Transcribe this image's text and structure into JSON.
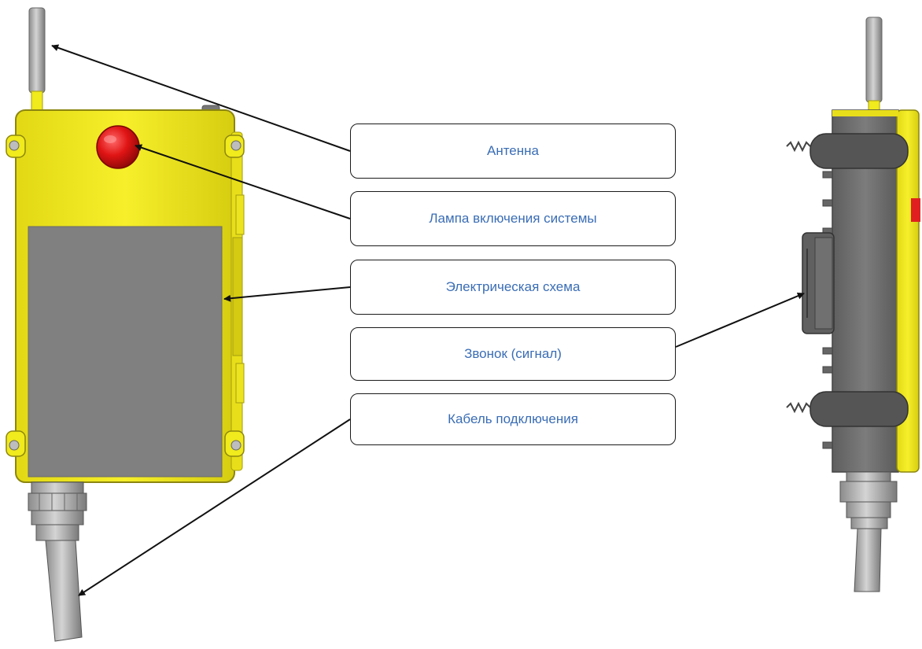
{
  "labels": {
    "antenna": "Антенна",
    "lamp": "Лампа включения системы",
    "circuit": "Электрическая схема",
    "bell": "Звонок (сигнал)",
    "cable": "Кабель подключения"
  },
  "colors": {
    "housing": "#f1ea1c",
    "housing_shadow": "#c9c012",
    "panel": "#808080",
    "lamp": "#e01818",
    "metal": "#a8a8a8",
    "dark_body": "#6e6e6e",
    "label_text": "#3a6db5",
    "arrow": "#111111"
  }
}
